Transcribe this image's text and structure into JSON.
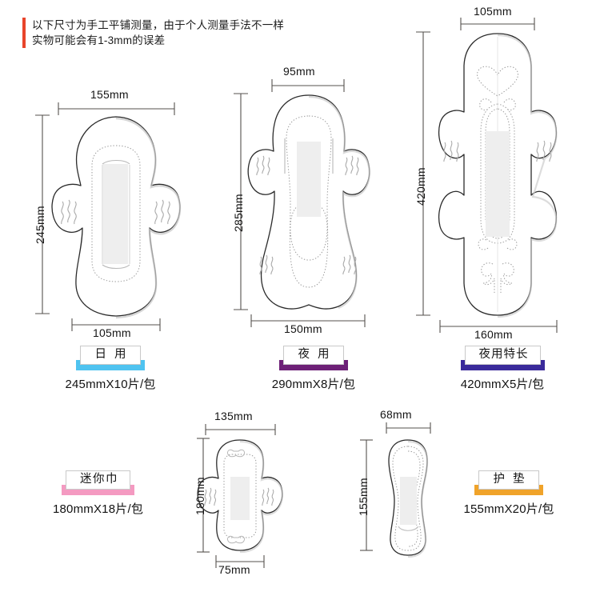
{
  "header": {
    "accent_color": "#E8442B",
    "line1": "以下尺寸为手工平铺测量，由于个人测量手法不一样",
    "line2": "实物可能会有1-3mm的误差"
  },
  "products": [
    {
      "id": "day-use",
      "name_label": "日 用",
      "tag_color": "#4FC3F0",
      "pack_text": "245mmX10片/包",
      "dim_top": "155mm",
      "dim_side": "245mm",
      "dim_bottom": "105mm",
      "shape": "winged-day"
    },
    {
      "id": "night-use",
      "name_label": "夜 用",
      "tag_color": "#6D2077",
      "pack_text": "290mmX8片/包",
      "dim_top": "95mm",
      "dim_side": "285mm",
      "dim_bottom": "150mm",
      "shape": "winged-night"
    },
    {
      "id": "night-extra-long",
      "name_label": "夜用特长",
      "tag_color": "#3A2A9B",
      "pack_text": "420mmX5片/包",
      "dim_top": "105mm",
      "dim_side": "420mm",
      "dim_bottom": "160mm",
      "shape": "extra-long"
    },
    {
      "id": "mini-pad",
      "name_label": "迷你巾",
      "tag_color": "#F49AC1",
      "pack_text": "180mmX18片/包",
      "dim_top": "135mm",
      "dim_side": "180mm",
      "dim_bottom": "75mm",
      "shape": "mini"
    },
    {
      "id": "panty-liner",
      "name_label": "护 垫",
      "tag_color": "#F0A32A",
      "pack_text": "155mmX20片/包",
      "dim_top": "68mm",
      "dim_side": "155mm",
      "dim_bottom": "",
      "shape": "liner"
    }
  ],
  "style": {
    "outline_color": "#2b2b2b",
    "dashed_color": "#9a9a9a",
    "core_color": "#eeeeee",
    "dim_line_color": "#55514e"
  }
}
